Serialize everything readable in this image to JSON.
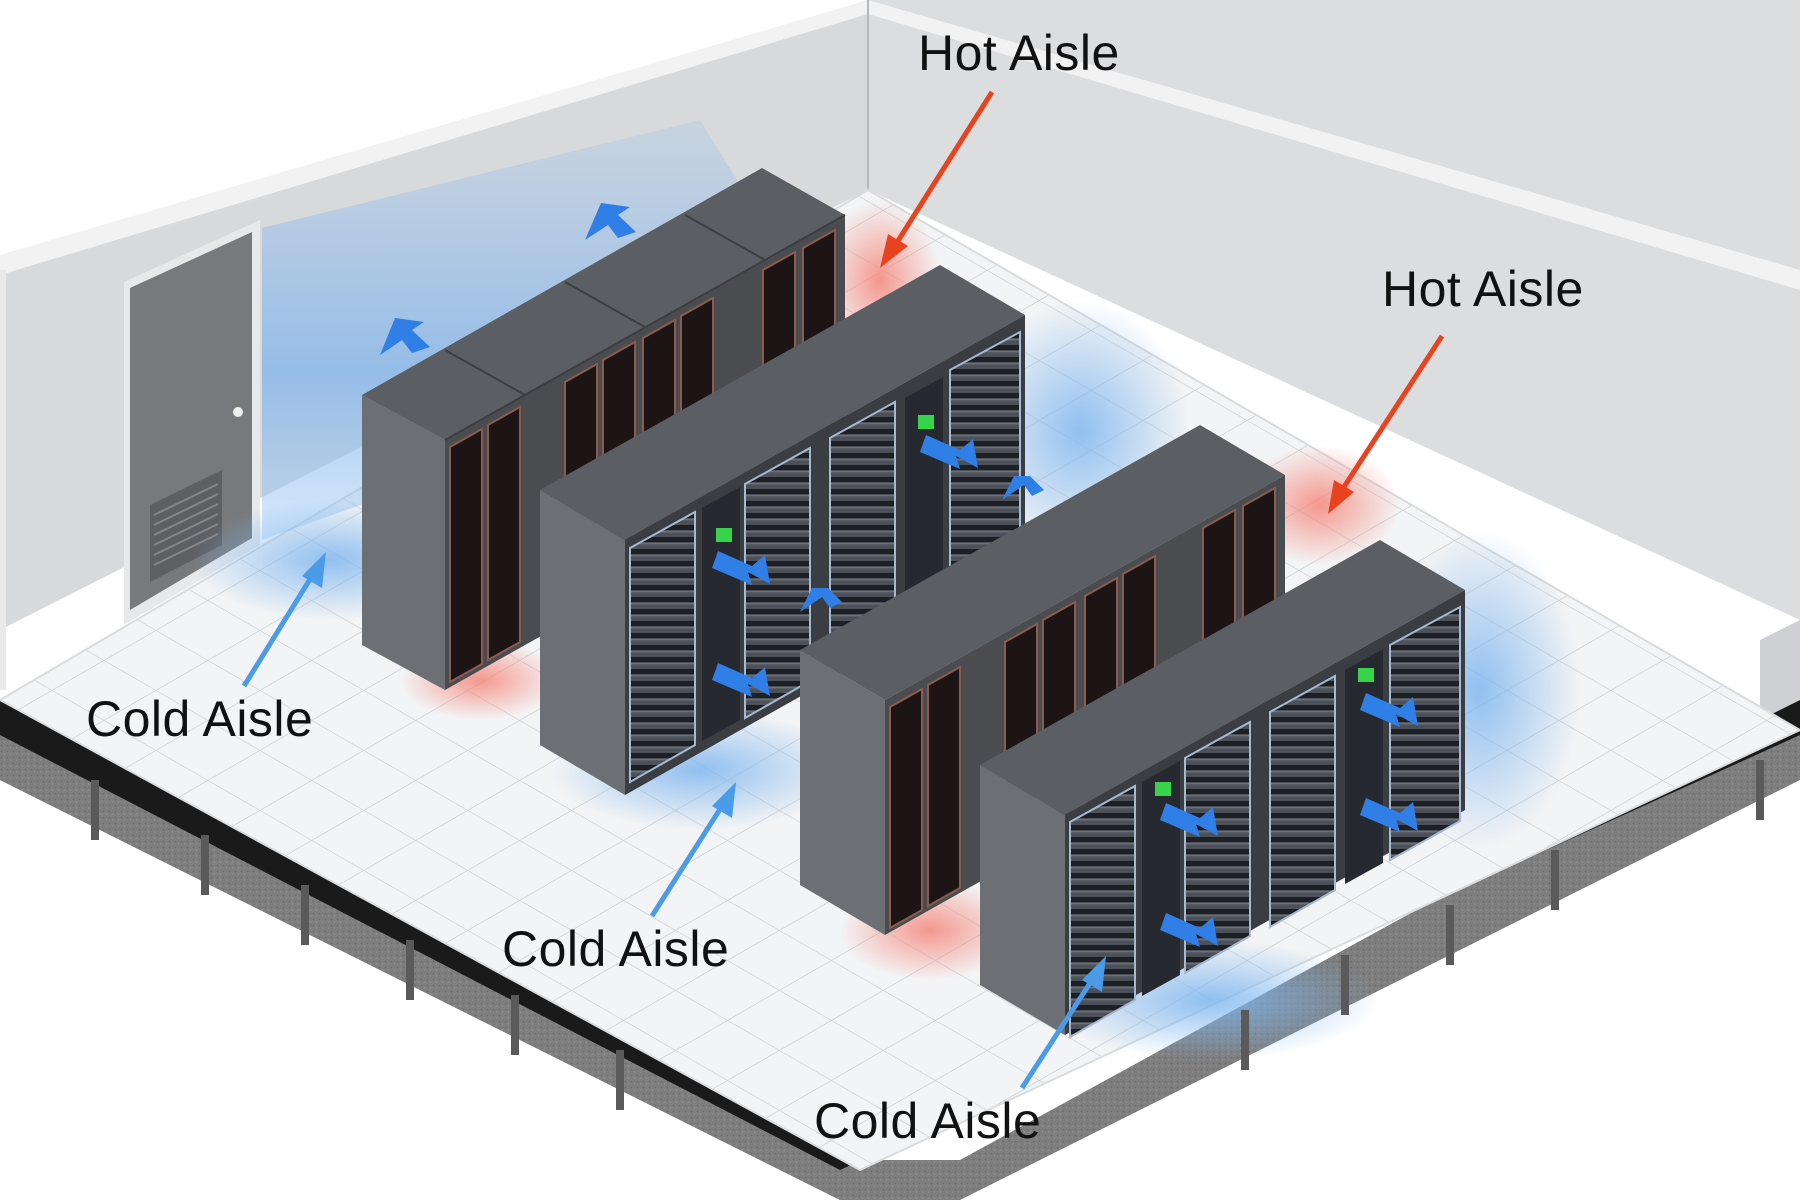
{
  "labels": {
    "hot_aisle_1": "Hot Aisle",
    "hot_aisle_2": "Hot Aisle",
    "cold_aisle_1": "Cold Aisle",
    "cold_aisle_2": "Cold Aisle",
    "cold_aisle_3": "Cold Aisle"
  },
  "colors": {
    "hot_arrow": "#e8421e",
    "cold_arrow": "#4a9be8",
    "airflow_arrow": "#2f7fe6",
    "hot_glow": "#f4877c",
    "cold_glow": "#7fb6ef",
    "rack_body": "#5d6066",
    "status_led": "#37d34a"
  }
}
